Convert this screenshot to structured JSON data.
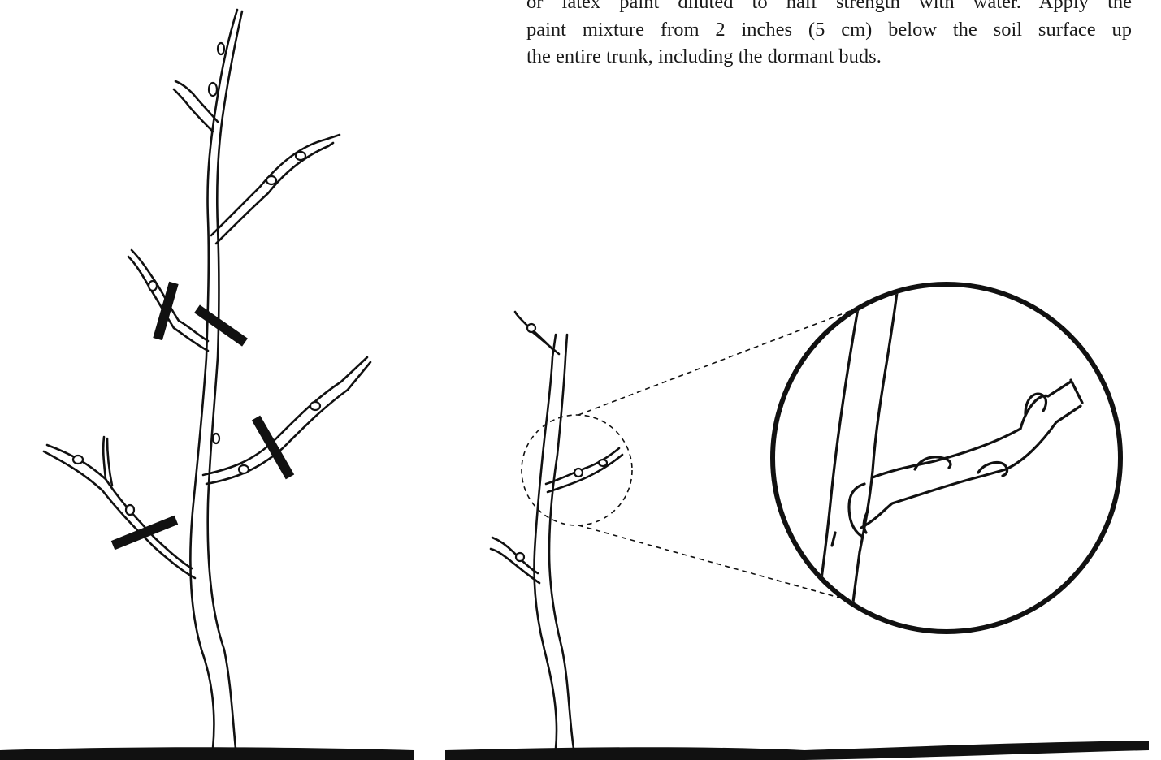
{
  "paragraph": {
    "lines": [
      "or latex paint diluted to half strength with water. Apply the",
      "paint mixture from 2 inches (5 cm) below the soil surface up",
      "the entire trunk, including the dormant buds."
    ]
  },
  "figure": {
    "left_panel": "young tree with four branches marked for pruning cuts",
    "right_panel": "pruned tree with magnified view of branch collar",
    "pruning_marks_count": 4
  }
}
